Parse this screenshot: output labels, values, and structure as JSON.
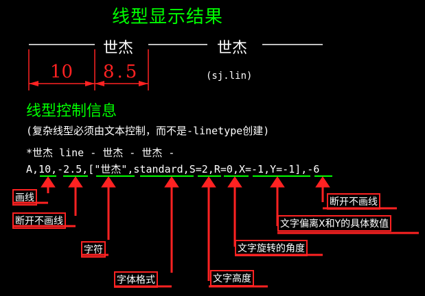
{
  "title": "线型显示结果",
  "sample_text_1": "世杰",
  "sample_text_2": "世杰",
  "dim_values": [
    "10",
    "8.5"
  ],
  "file_name": "(sj.lin)",
  "section_title": "线型控制信息",
  "note": "(复杂线型必须由文本控制，而不是-linetype创建)",
  "def_line_1": "*世杰 line - 世杰 -  世杰 -",
  "def_line_2": "A,10,-2.5,[\"世杰\",standard,S=2,R=0,X=-1,Y=-1],-6",
  "labels": {
    "dash": "画线",
    "gap": "断开不画线",
    "char": "字符",
    "font_style": "字体格式",
    "text_height": "文字高度",
    "rotation": "文字旋转的角度",
    "offset": "文字偏离X和Y的具体数值",
    "gap_end": "断开不画线"
  },
  "colors": {
    "accent_green": "#00ff00",
    "callout_red": "#ff2222",
    "background": "#000000"
  }
}
